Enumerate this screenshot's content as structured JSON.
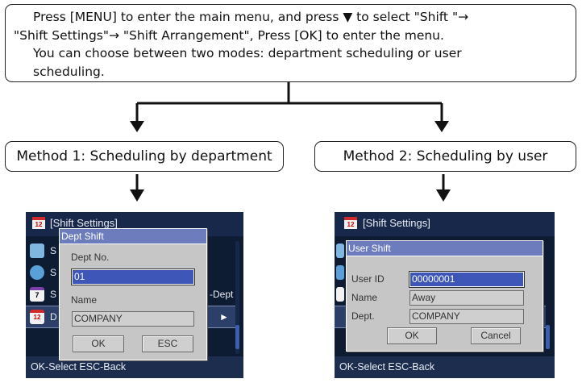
{
  "instructions": {
    "line1": "Press [MENU] to enter the main menu, and press ▼ to select \"Shift \"→",
    "line2": "\"Shift Settings\"→ \"Shift Arrangement\", Press [OK] to enter the menu.",
    "line3": "You can choose between two modes: department scheduling or user",
    "line4": "scheduling."
  },
  "method1": {
    "label": "Method 1: Scheduling by department"
  },
  "method2": {
    "label": "Method 2: Scheduling by user"
  },
  "left_screen": {
    "title": "[Shift Settings]",
    "calendar_icon_number": "12",
    "menu_items": [
      {
        "letter": "S",
        "icon": "person-calendar-icon"
      },
      {
        "letter": "S",
        "icon": "group-icon"
      },
      {
        "letter": "S",
        "icon": "calendar-7-icon"
      },
      {
        "letter": "D",
        "icon": "calendar-12-icon"
      }
    ],
    "calendar7_number": "7",
    "calendar12_number": "12",
    "right_fragment": "-Dept",
    "arrow": "►",
    "footer": "OK-Select  ESC-Back",
    "dialog": {
      "title": "Dept Shift",
      "dept_no_label": "Dept No.",
      "dept_no_value": "01",
      "name_label": "Name",
      "name_value": "COMPANY",
      "ok_button": "OK",
      "esc_button": "ESC"
    }
  },
  "right_screen": {
    "title": "[Shift Settings]",
    "calendar_icon_number": "12",
    "footer": "OK-Select  ESC-Back",
    "dialog": {
      "title": "User Shift",
      "user_id_label": "User ID",
      "user_id_value": "00000001",
      "name_label": "Name",
      "name_value": "Away",
      "dept_label": "Dept.",
      "dept_value": "COMPANY",
      "ok_button": "OK",
      "cancel_button": "Cancel"
    }
  },
  "colors": {
    "screen_bg": "#0e1c33",
    "dialog_title_bg": "#6c7cbd",
    "dialog_bg": "#c6c6c6",
    "active_field_bg": "#3d56b8"
  }
}
